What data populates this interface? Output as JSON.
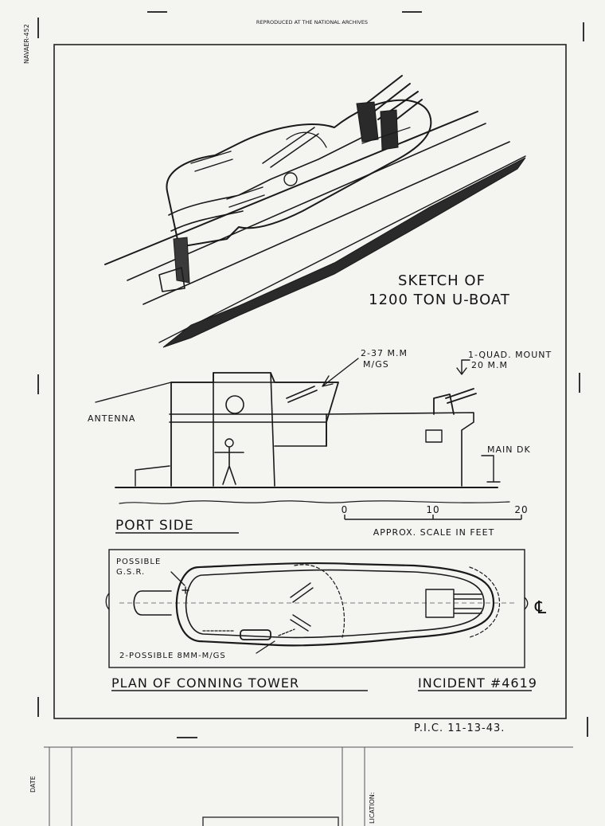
{
  "header": {
    "archive_stamp": "REPRODUCED AT THE NATIONAL ARCHIVES",
    "form_number": "NAVAER-452"
  },
  "sketch": {
    "title_line1": "SKETCH OF",
    "title_line2": "1200 TON U-BOAT"
  },
  "port_side": {
    "label_guns_twin_l1": "2-37 M.M",
    "label_guns_twin_l2": "M/GS",
    "label_quad_l1": "1-QUAD. MOUNT",
    "label_quad_l2": "20 M.M",
    "label_antenna": "ANTENNA",
    "label_main_deck": "MAIN DK",
    "title": "PORT SIDE"
  },
  "scale": {
    "tick_0": "0",
    "tick_10": "10",
    "tick_20": "20",
    "caption": "APPROX. SCALE IN FEET"
  },
  "plan": {
    "label_gsr_l1": "POSSIBLE",
    "label_gsr_l2": "G.S.R.",
    "label_mgs": "2-POSSIBLE 8MM-M/GS",
    "centerline": "℄",
    "title": "PLAN OF CONNING TOWER",
    "incident": "INCIDENT #4619"
  },
  "footer": {
    "stamp": "P.I.C. 11-13-43.",
    "date_label": "DATE",
    "side_label": "LICATION:"
  }
}
